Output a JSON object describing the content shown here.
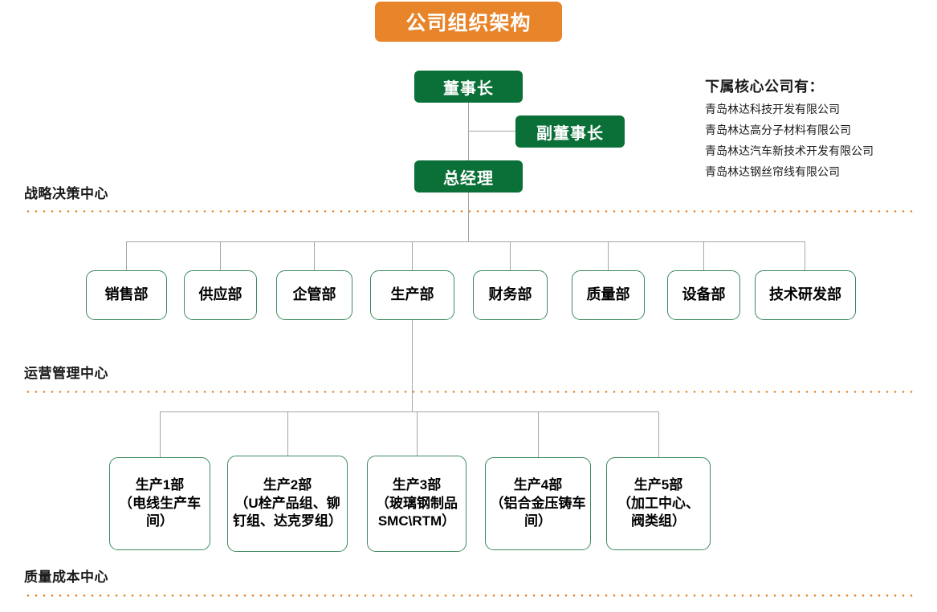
{
  "page": {
    "title": "公司组织架构",
    "accent_orange": "#E8842A",
    "accent_green": "#0A7038",
    "box_border_green": "#3C8A5E",
    "connector_gray": "#A6A6A6"
  },
  "executives": [
    {
      "label": "董事长"
    },
    {
      "label": "副董事长"
    },
    {
      "label": "总经理"
    }
  ],
  "subsidiaries": {
    "heading": "下属核心公司有：",
    "items": [
      "青岛林达科技开发有限公司",
      "青岛林达高分子材料有限公司",
      "青岛林达汽车新技术开发有限公司",
      "青岛林达钢丝帘线有限公司"
    ]
  },
  "sections": [
    {
      "label": "战略决策中心"
    },
    {
      "label": "运营管理中心"
    },
    {
      "label": "质量成本中心"
    }
  ],
  "departments": [
    {
      "label": "销售部"
    },
    {
      "label": "供应部"
    },
    {
      "label": "企管部"
    },
    {
      "label": "生产部"
    },
    {
      "label": "财务部"
    },
    {
      "label": "质量部"
    },
    {
      "label": "设备部"
    },
    {
      "label": "技术研发部"
    }
  ],
  "production_units": [
    {
      "label": "生产1部\n（电线生产车间）"
    },
    {
      "label": "生产2部\n（U栓产品组、铆钉组、达克罗组）"
    },
    {
      "label": "生产3部\n（玻璃钢制品SMC\\RTM）"
    },
    {
      "label": "生产4部\n（铝合金压铸车间）"
    },
    {
      "label": "生产5部\n（加工中心、阀类组）"
    }
  ]
}
